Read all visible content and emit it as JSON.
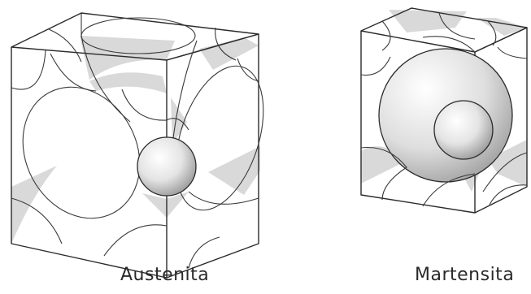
{
  "figures": [
    {
      "id": "austenita",
      "label": "Austenita"
    },
    {
      "id": "martensita",
      "label": "Martensita"
    }
  ],
  "colors": {
    "stroke": "#2b2b2b",
    "shade": "#d9d9d9",
    "atom_light": "#ffffff",
    "atom_dark": "#9a9a9a"
  }
}
